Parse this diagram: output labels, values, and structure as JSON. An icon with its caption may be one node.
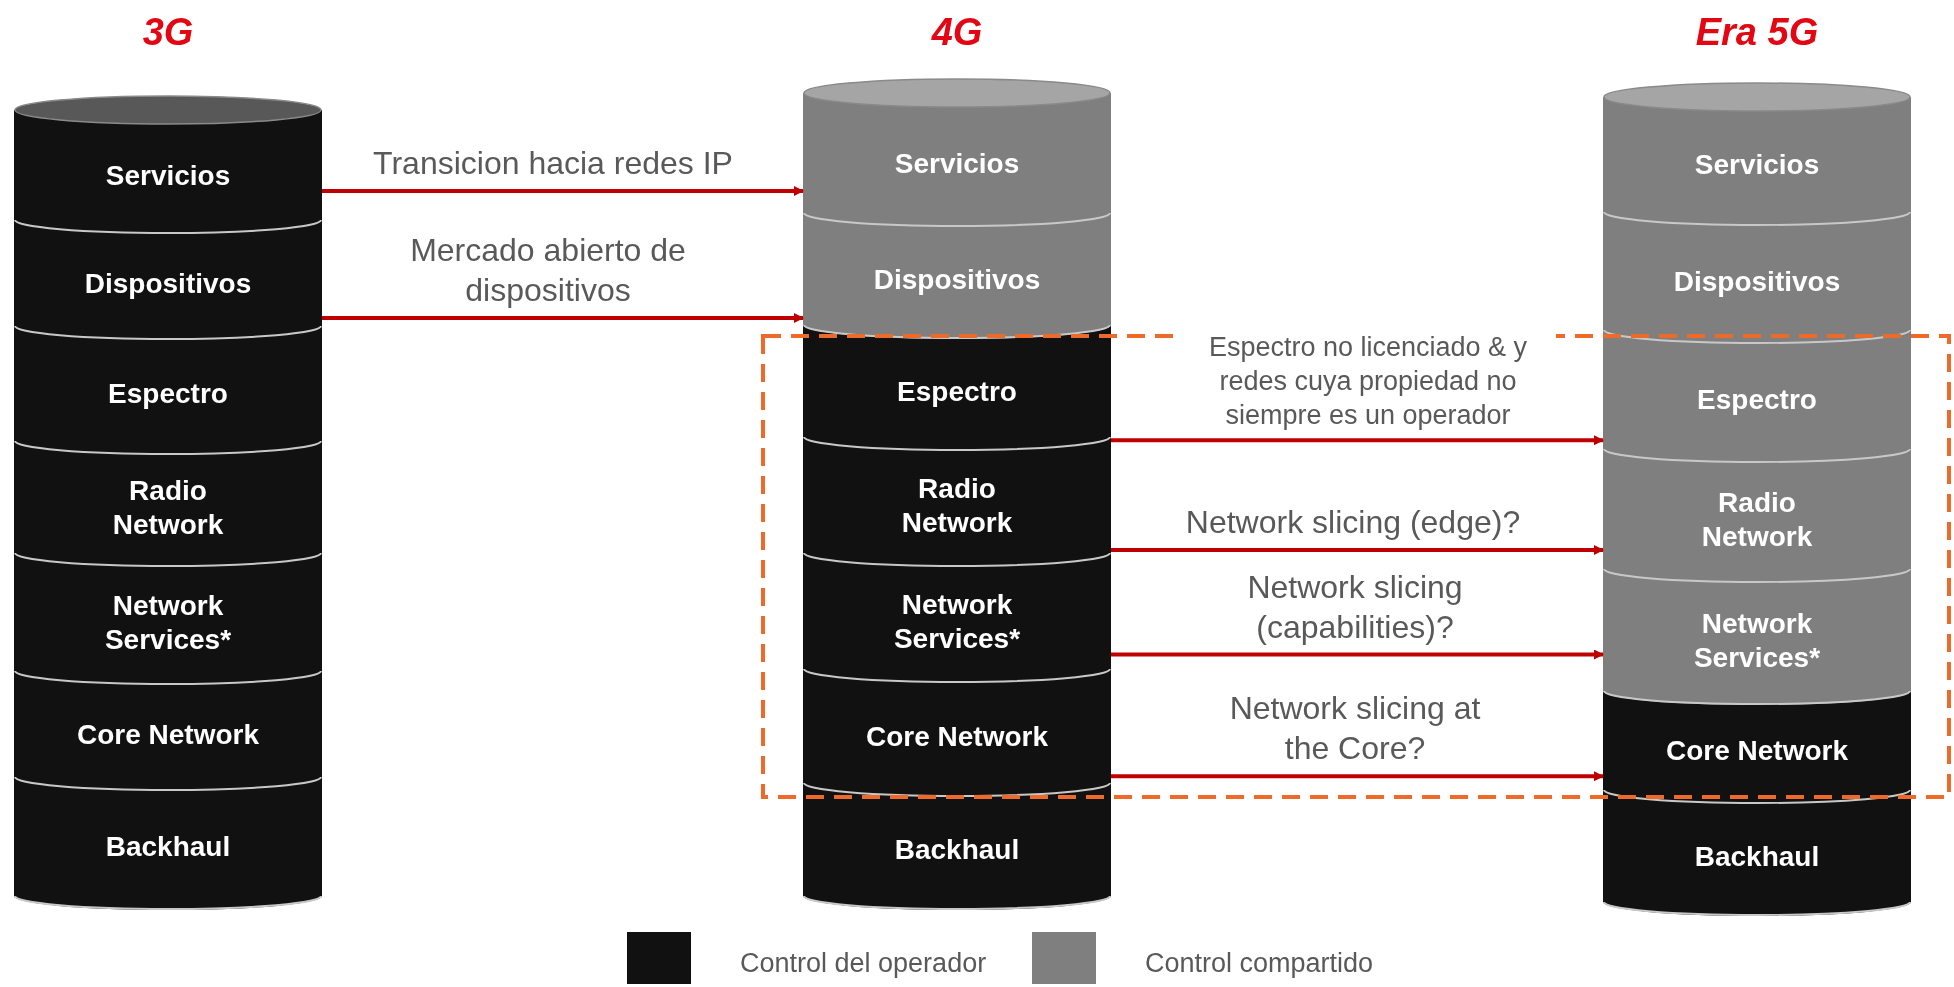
{
  "diagram": {
    "nodes": [
      {
        "text": [
          "Servicios"
        ]
      },
      {
        "text": [
          "Dispositivos"
        ]
      },
      {
        "text": [
          "Espectro"
        ]
      },
      {
        "text": [
          "Radio Network"
        ]
      },
      {
        "text": [
          "Network Services*"
        ]
      },
      {
        "text": [
          "Core Network"
        ]
      },
      {
        "text": [
          "Backhaul"
        ]
      },
      {
        "text": [
          "Servicios"
        ]
      },
      {
        "text": [
          "Dispositivos"
        ]
      },
      {
        "text": [
          "Espectro"
        ]
      },
      {
        "text": [
          "Radio Network"
        ]
      },
      {
        "text": [
          "Network Services*"
        ]
      },
      {
        "text": [
          "Core Network"
        ]
      },
      {
        "text": [
          "Backhaul"
        ]
      },
      {
        "text": [
          "Servicios"
        ]
      },
      {
        "text": [
          "Dispositivos"
        ]
      },
      {
        "text": [
          "Espectro"
        ]
      },
      {
        "text": [
          "Radio Network"
        ]
      },
      {
        "text": [
          "Network Services*"
        ]
      },
      {
        "text": [
          "Core Network"
        ]
      },
      {
        "text": [
          "Backhaul"
        ]
      }
    ],
    "edges": [
      {
        "from": 0,
        "to": 7,
        "arrow": "to",
        "label": "Transicion hacia redes IP"
      },
      {
        "from": 1,
        "to": 8,
        "arrow": "to",
        "label": "Mercado abierto de dispositivos"
      },
      {
        "from": 9,
        "to": 16,
        "arrow": "to",
        "label": "Espectro no licenciado & y redes cuya propiedad no siempre es un operador"
      },
      {
        "from": 10,
        "to": 17,
        "arrow": "to",
        "label": "Network slicing (edge)?"
      },
      {
        "from": 11,
        "to": 18,
        "arrow": "to",
        "label": "Network slicing (capabilities)?"
      },
      {
        "from": 12,
        "to": 19,
        "arrow": "to",
        "label": "Network slicing at the Core?"
      }
    ],
    "labels": [
      "3G",
      "4G",
      "Era 5G"
    ],
    "legend": [
      {
        "text": "Control del operador",
        "color": "#111111"
      },
      {
        "text": "Control compartido",
        "color": "#7f7f7f"
      }
    ]
  }
}
